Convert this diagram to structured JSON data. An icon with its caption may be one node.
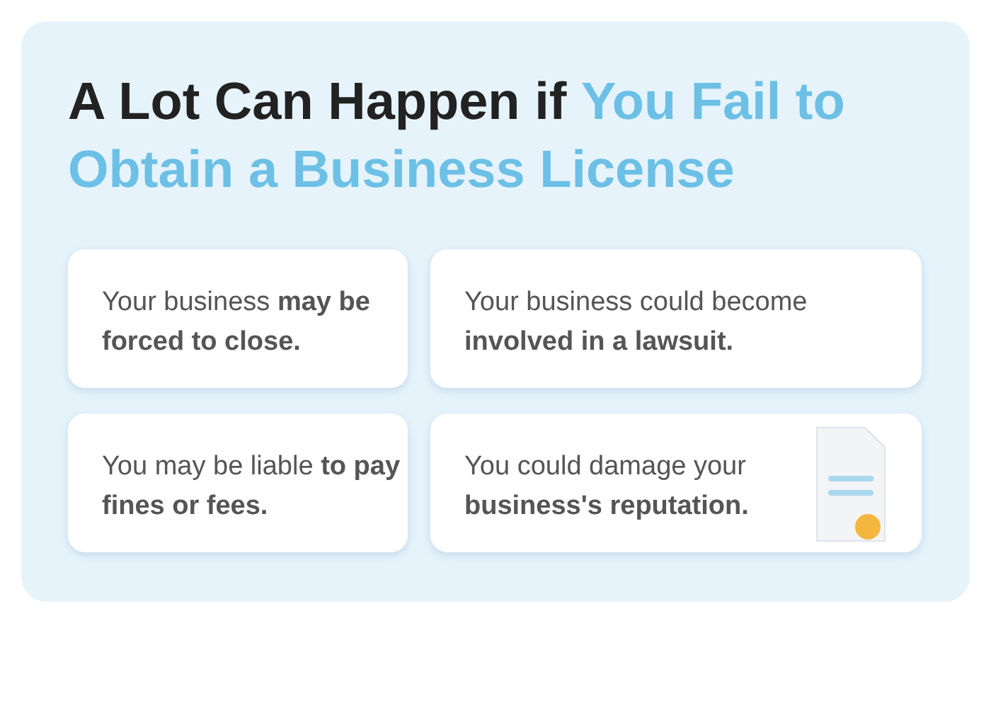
{
  "diagram": {
    "title": "A Lot Can Happen if **You Fail to Obtain a Business License**",
    "nodes": [
      {
        "text": [
          "Your business **may be forced to close.**"
        ]
      },
      {
        "text": [
          "Your business could become **involved in a lawsuit.**"
        ]
      },
      {
        "text": [
          "You may be liable **to pay fines or fees.**"
        ]
      },
      {
        "text": [
          "You could damage your **business's reputation.**"
        ]
      }
    ]
  }
}
